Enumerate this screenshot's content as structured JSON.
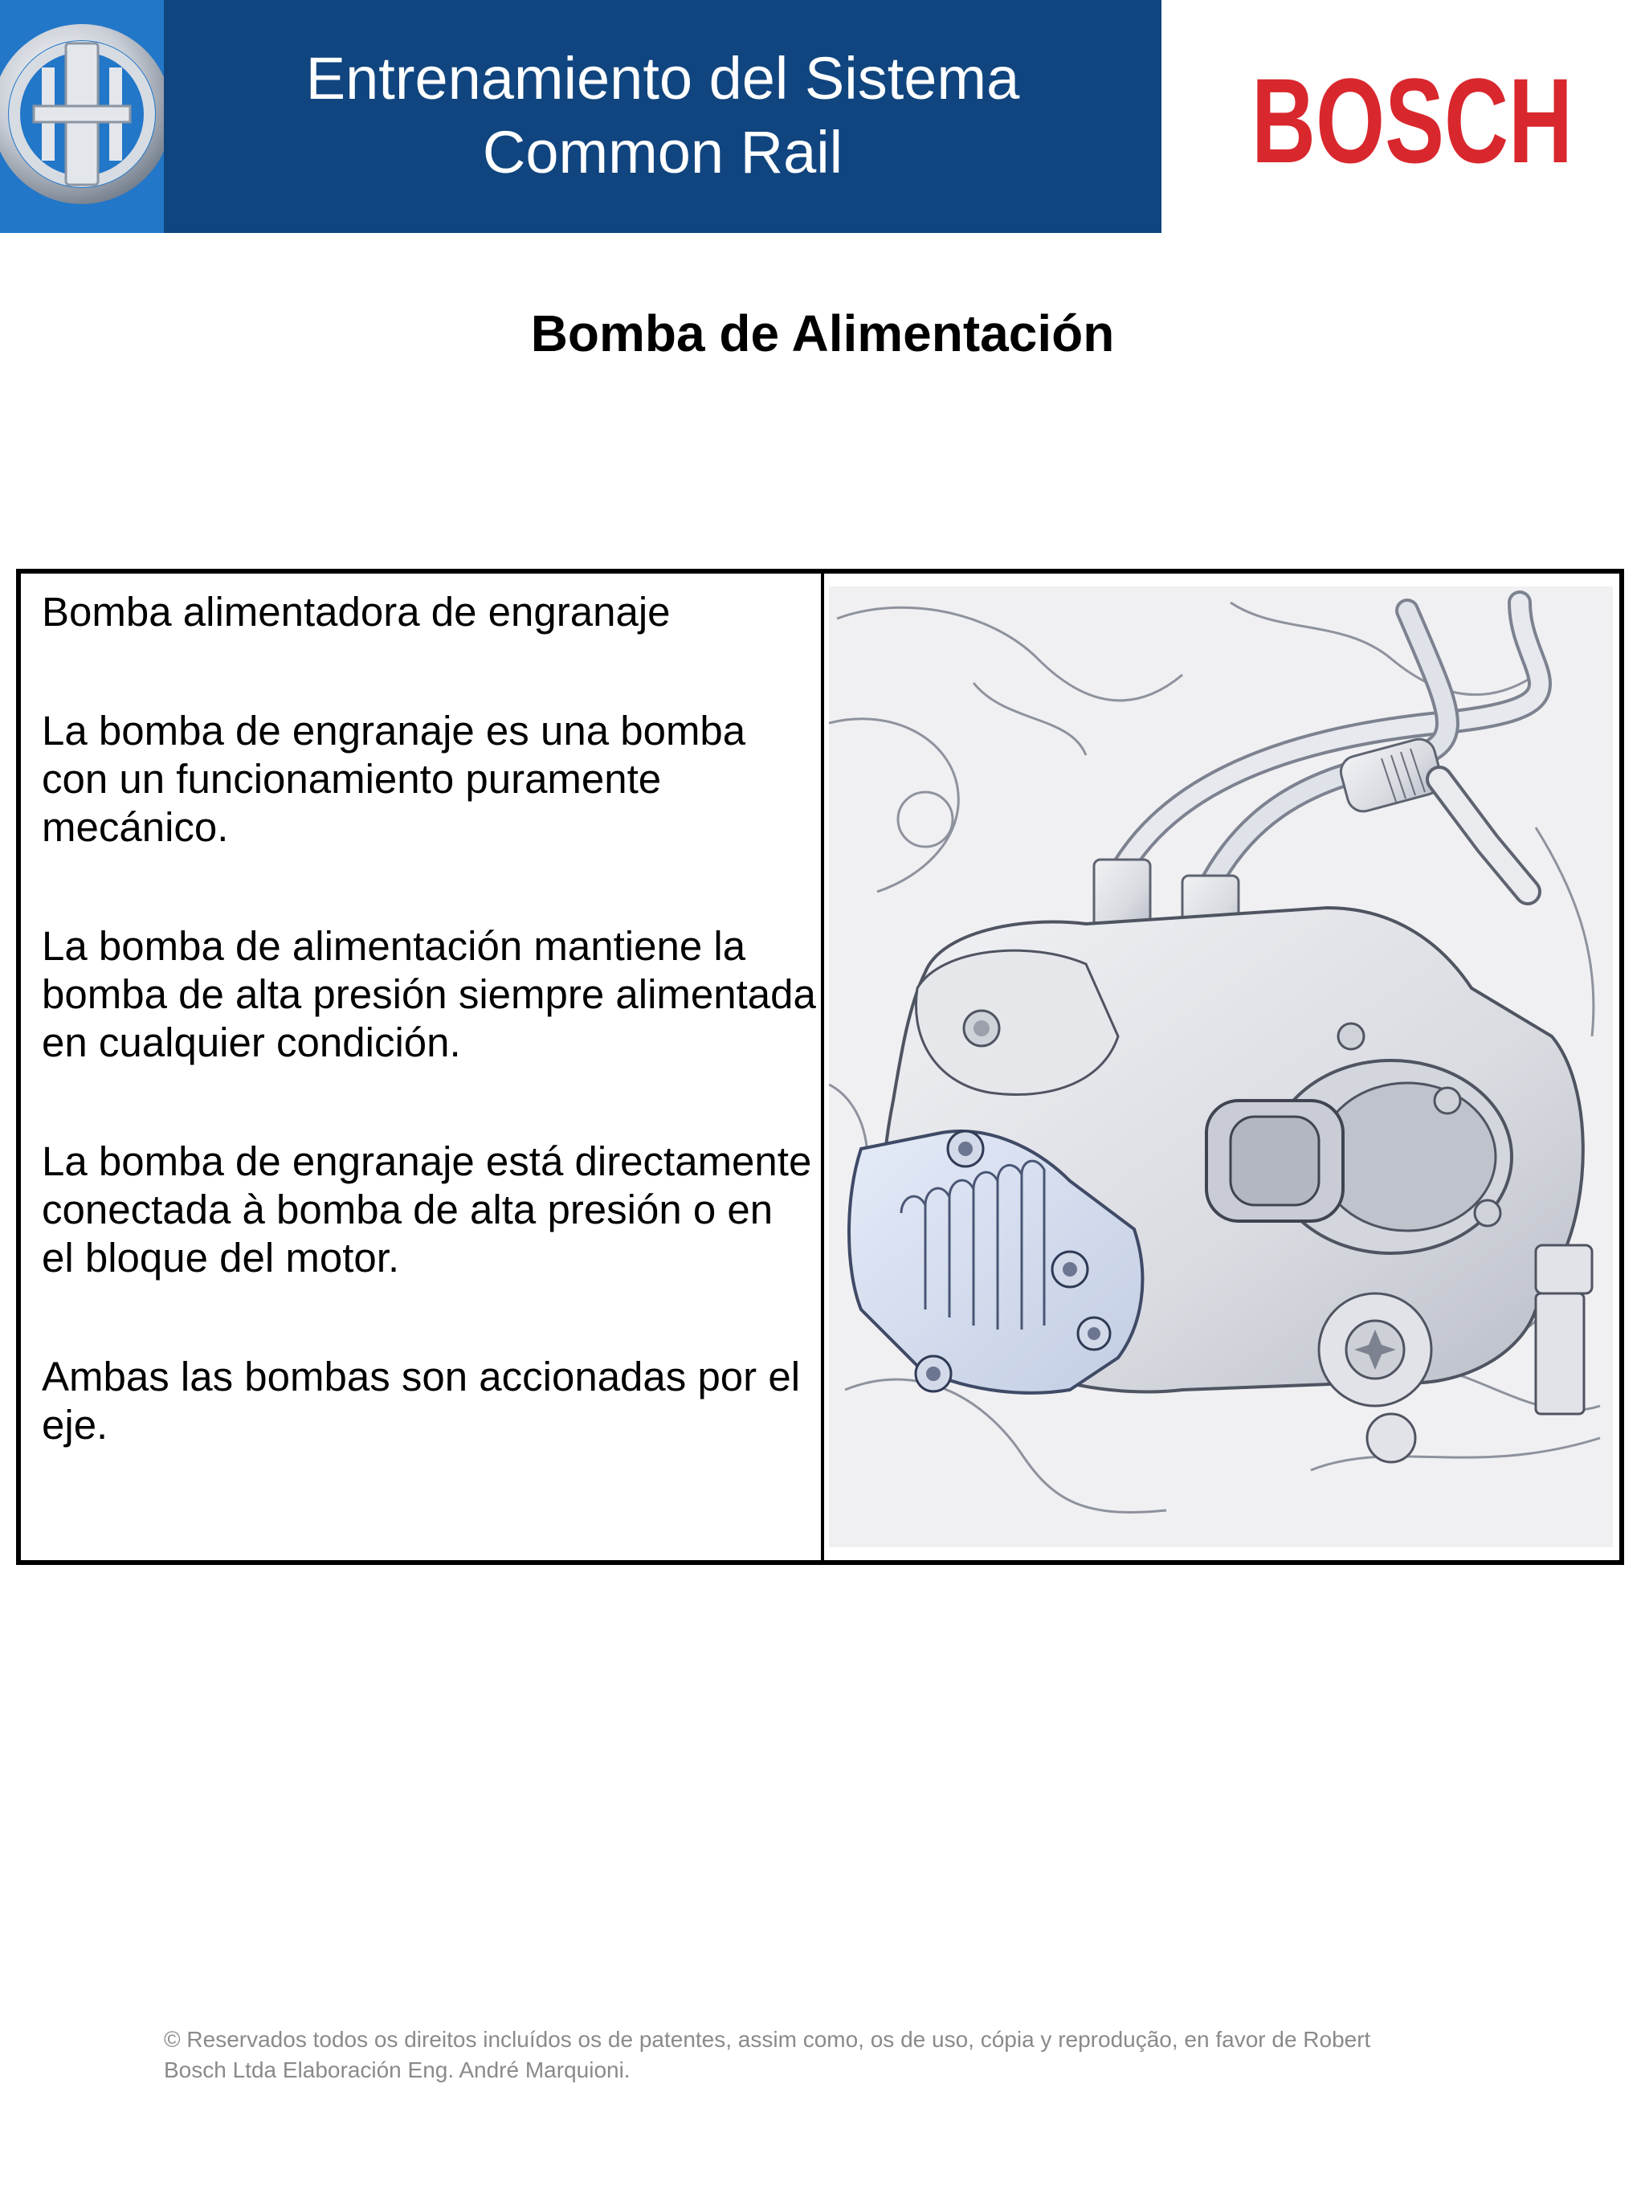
{
  "header": {
    "title_line1": "Entrenamiento del Sistema",
    "title_line2": "Common Rail",
    "brand": "BOSCH",
    "logo_icon": "bosch-armature-logo-icon",
    "colors": {
      "band": "#10457f",
      "logo_background": "#2277c8",
      "brand_red": "#d9272e"
    }
  },
  "page": {
    "title": "Bomba de Alimentación"
  },
  "content": {
    "paragraphs": [
      "Bomba alimentadora de engranaje",
      "La bomba de engranaje es una bomba con un funcionamiento puramente mecánico.",
      "La bomba de alimentación mantiene la bomba de alta presión siempre alimentada en cualquier condición.",
      "La bomba de engranaje está directamente conectada à bomba de alta presión o en el bloque del motor.",
      "Ambas las bombas son accionadas por el eje."
    ],
    "illustration_icon": "high-pressure-pump-with-gear-pump-illustration"
  },
  "footer": {
    "copyright_line1": "© Reservados todos os direitos incluídos os de patentes, assim como, os de uso, cópia y reprodução, en favor de Robert",
    "copyright_line2": "Bosch Ltda Elaboración Eng. André Marquioni."
  }
}
